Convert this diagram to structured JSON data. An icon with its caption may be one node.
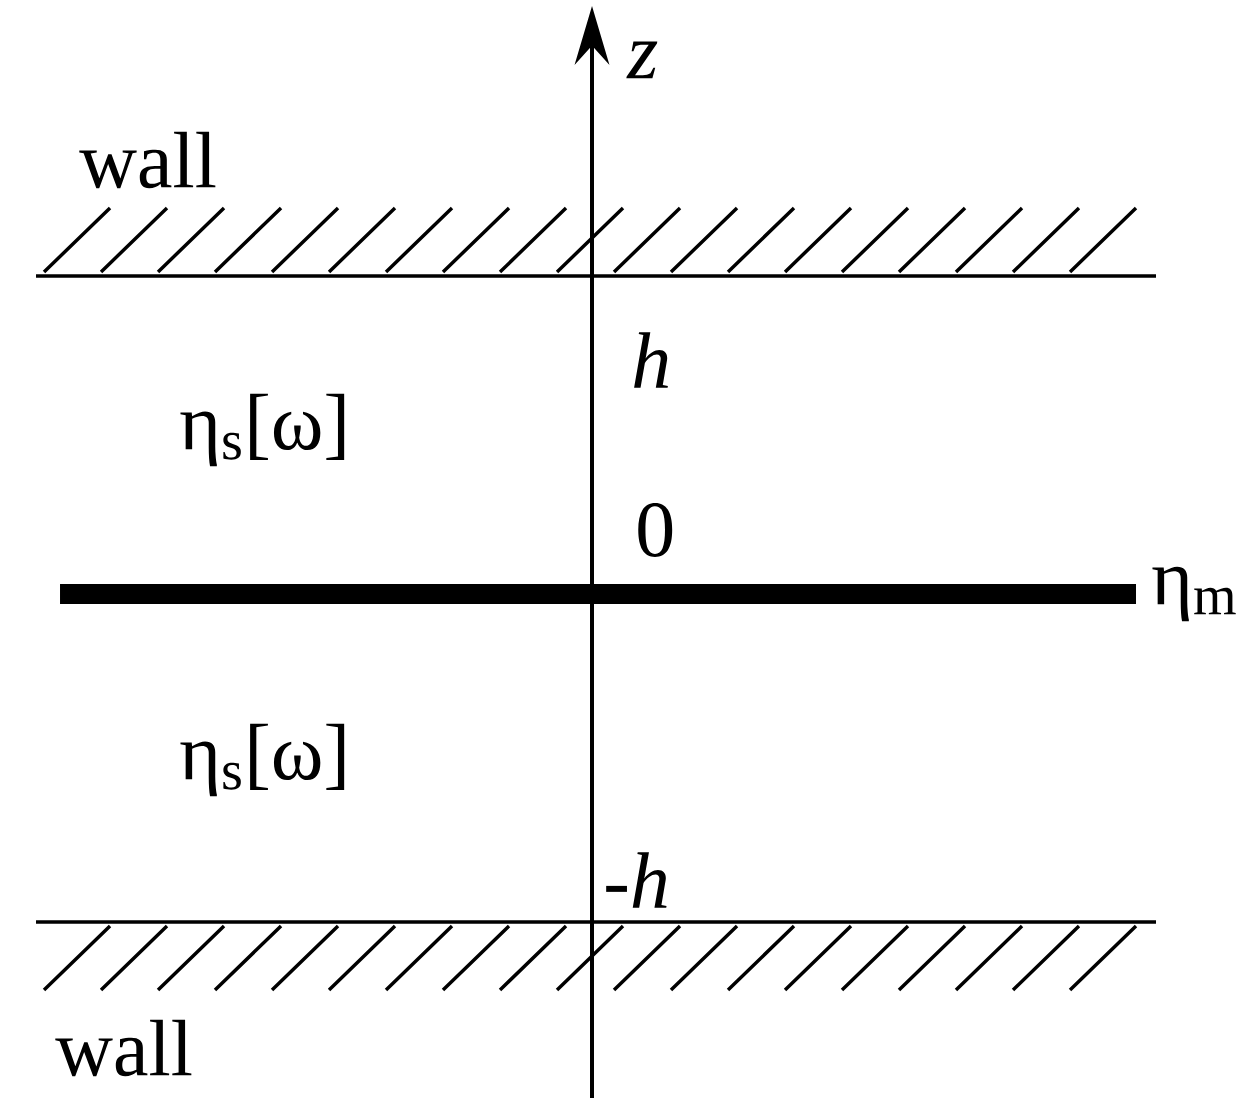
{
  "diagram": {
    "labels": [
      "z",
      "wall",
      "h",
      "η$_{s}$[ω]",
      "0",
      "η$_{m}$",
      "η$_{s}$[ω]",
      "-h",
      "wall"
    ]
  }
}
